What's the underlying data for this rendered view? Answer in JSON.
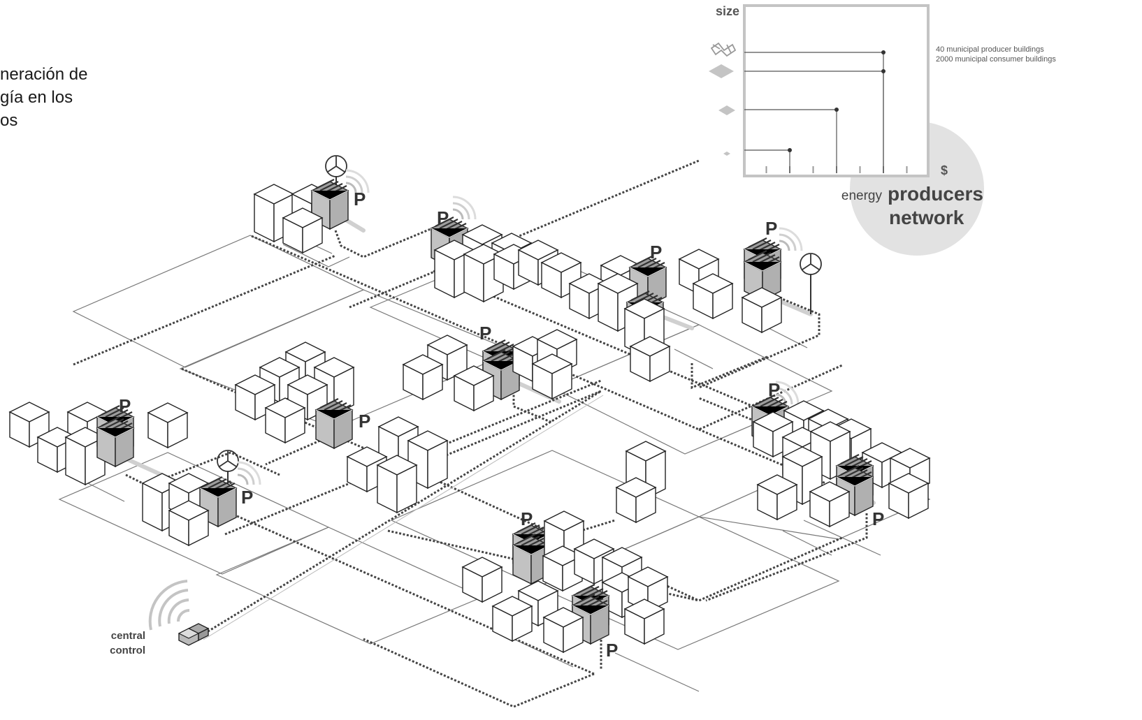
{
  "heading": {
    "line1": "neración de",
    "line2": "gía en los",
    "line3": "os"
  },
  "chart_data": {
    "type": "scatter",
    "title": "",
    "y_axis_label": "size",
    "x_axis_label": "$",
    "size_icons": [
      "network-icon",
      "large-diamond-icon",
      "medium-diamond-icon",
      "small-diamond-icon"
    ],
    "points": [
      {
        "size_level": 4,
        "cost": 6
      },
      {
        "size_level": 3,
        "cost": 6
      },
      {
        "size_level": 2,
        "cost": 4
      },
      {
        "size_level": 1,
        "cost": 2
      }
    ],
    "annotations": [
      "40 municipal producer buildings",
      "2000 municipal consumer buildings"
    ]
  },
  "badge": {
    "label_small": "energy",
    "label_big_1": "producers",
    "label_big_2": "network"
  },
  "producer_label": "P",
  "central_control": {
    "line1": "central",
    "line2": "control"
  },
  "colors": {
    "producer_fill": "#bdbdbd",
    "badge_fill": "#e2e2e2",
    "grid_line": "#777777",
    "dashed_line": "#555555"
  }
}
